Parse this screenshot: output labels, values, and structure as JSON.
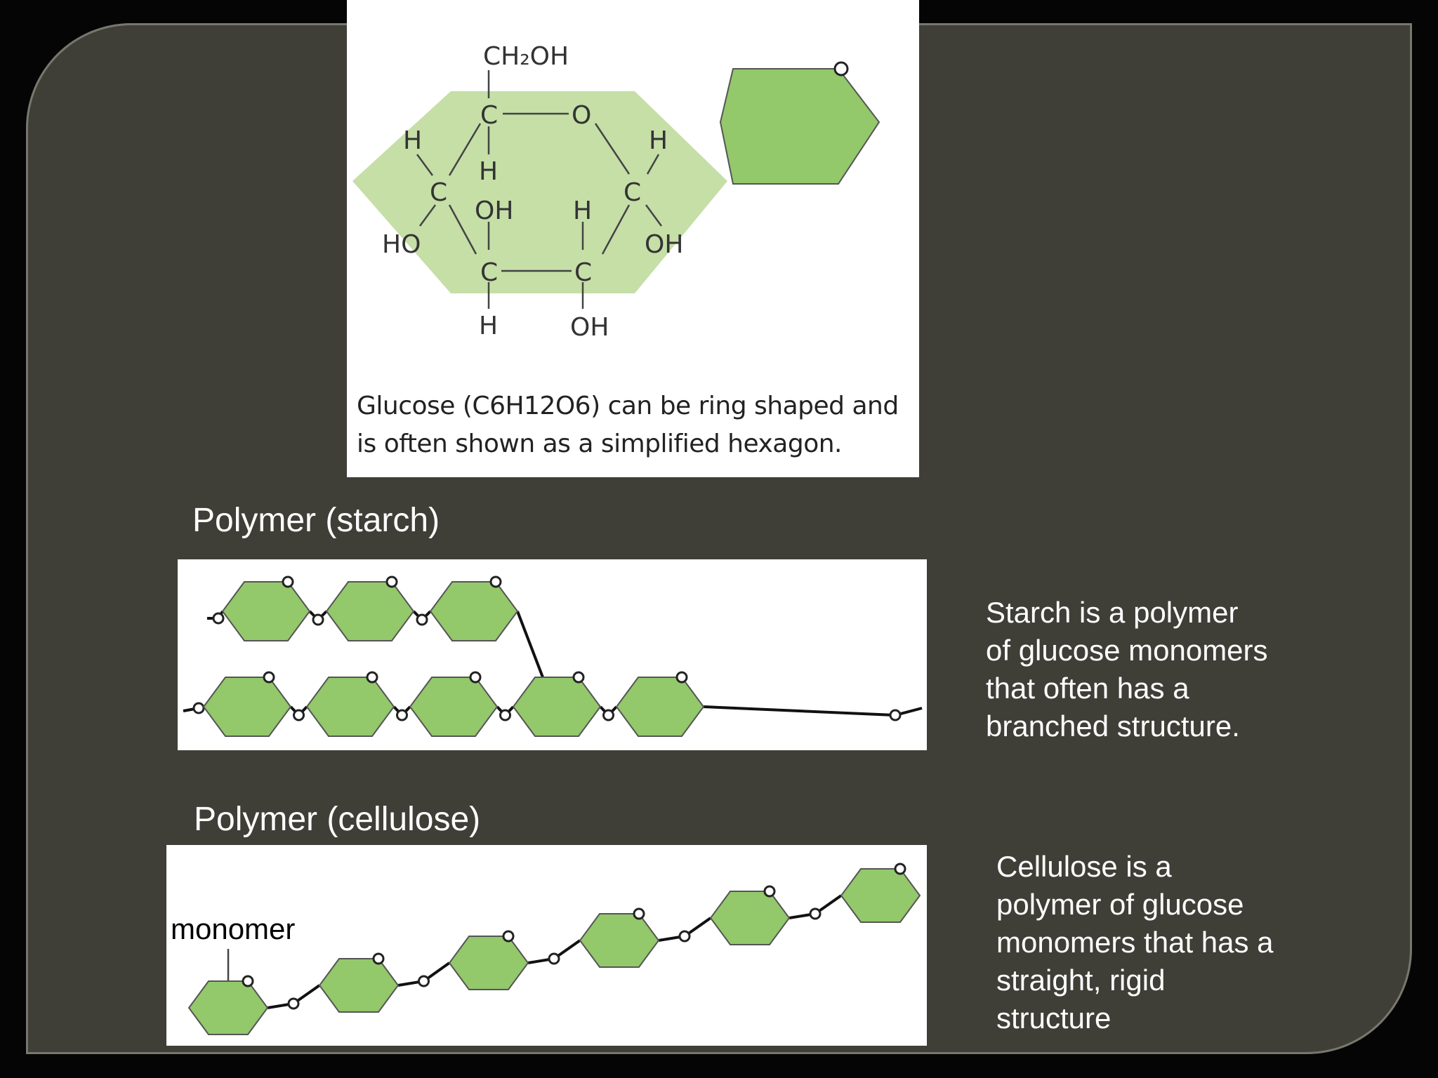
{
  "glucose_panel": {
    "caption": "Glucose (C6H12O6) can be ring shaped and\nis often shown as a simplified hexagon.",
    "atoms": {
      "ch2oh": "CH₂OH",
      "ring_c_top": "C",
      "ring_o": "O",
      "h_left_top": "H",
      "h_under_c": "H",
      "h_right_top": "H",
      "c_left": "C",
      "c_right": "C",
      "oh_center": "OH",
      "h_center": "H",
      "ho_left": "HO",
      "oh_right": "OH",
      "c_bottom_left": "C",
      "c_bottom_right": "C",
      "h_bottom": "H",
      "oh_bottom": "OH"
    }
  },
  "starch": {
    "label": "Polymer (starch)",
    "description": "Starch is a polymer\nof glucose monomers\nthat often has a\nbranched structure."
  },
  "cellulose": {
    "label": "Polymer (cellulose)",
    "monomer_label": "monomer",
    "description": "Cellulose is a\npolymer of glucose\nmonomers that has a\nstraight, rigid\nstructure"
  },
  "colors": {
    "slide_bg": "#3f3f38",
    "hexagon_fill": "#93c86b",
    "ring_highlight": "#c5dfa7"
  }
}
